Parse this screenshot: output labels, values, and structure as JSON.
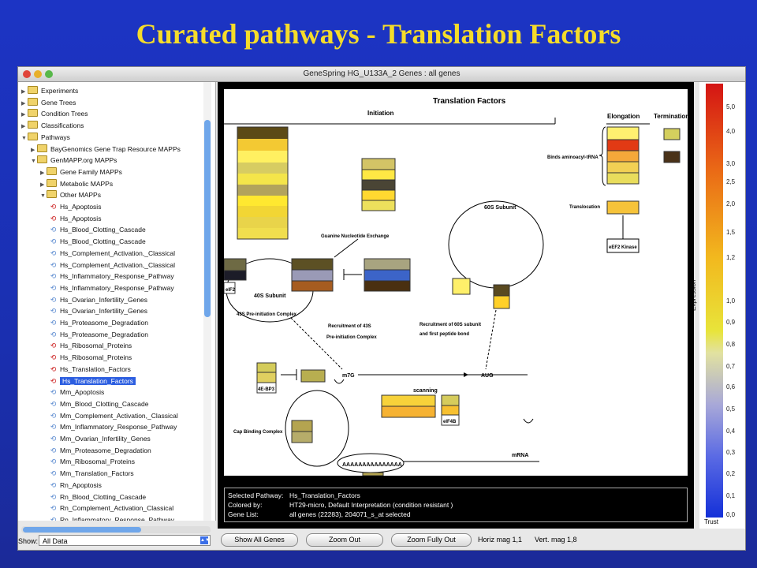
{
  "slide": {
    "title": "Curated pathways - Translation Factors"
  },
  "window": {
    "title": "GeneSpring HG_U133A_2 Genes : all genes"
  },
  "tree": [
    {
      "label": "Experiments",
      "level": 0,
      "type": "folder",
      "open": false
    },
    {
      "label": "Gene Trees",
      "level": 0,
      "type": "folder",
      "open": false
    },
    {
      "label": "Condition Trees",
      "level": 0,
      "type": "folder",
      "open": false
    },
    {
      "label": "Classifications",
      "level": 0,
      "type": "folder",
      "open": false
    },
    {
      "label": "Pathways",
      "level": 0,
      "type": "folder",
      "open": true
    },
    {
      "label": "BayGenomics Gene Trap Resource MAPPs",
      "level": 1,
      "type": "folder",
      "open": false
    },
    {
      "label": "GenMAPP.org MAPPs",
      "level": 1,
      "type": "folder",
      "open": true
    },
    {
      "label": "Gene Family MAPPs",
      "level": 2,
      "type": "folder",
      "open": false
    },
    {
      "label": "Metabolic MAPPs",
      "level": 2,
      "type": "folder",
      "open": false
    },
    {
      "label": "Other MAPPs",
      "level": 2,
      "type": "folder",
      "open": true
    },
    {
      "label": "Hs_Apoptosis",
      "level": 3,
      "type": "pathway",
      "red": true
    },
    {
      "label": "Hs_Apoptosis",
      "level": 3,
      "type": "pathway",
      "red": true
    },
    {
      "label": "Hs_Blood_Clotting_Cascade",
      "level": 3,
      "type": "pathway",
      "red": false
    },
    {
      "label": "Hs_Blood_Clotting_Cascade",
      "level": 3,
      "type": "pathway",
      "red": false
    },
    {
      "label": "Hs_Complement_Activation,_Classical",
      "level": 3,
      "type": "pathway",
      "red": false
    },
    {
      "label": "Hs_Complement_Activation,_Classical",
      "level": 3,
      "type": "pathway",
      "red": false
    },
    {
      "label": "Hs_Inflammatory_Response_Pathway",
      "level": 3,
      "type": "pathway",
      "red": false
    },
    {
      "label": "Hs_Inflammatory_Response_Pathway",
      "level": 3,
      "type": "pathway",
      "red": false
    },
    {
      "label": "Hs_Ovarian_Infertility_Genes",
      "level": 3,
      "type": "pathway",
      "red": false
    },
    {
      "label": "Hs_Ovarian_Infertility_Genes",
      "level": 3,
      "type": "pathway",
      "red": false
    },
    {
      "label": "Hs_Proteasome_Degradation",
      "level": 3,
      "type": "pathway",
      "red": false
    },
    {
      "label": "Hs_Proteasome_Degradation",
      "level": 3,
      "type": "pathway",
      "red": false
    },
    {
      "label": "Hs_Ribosomal_Proteins",
      "level": 3,
      "type": "pathway",
      "red": true
    },
    {
      "label": "Hs_Ribosomal_Proteins",
      "level": 3,
      "type": "pathway",
      "red": true
    },
    {
      "label": "Hs_Translation_Factors",
      "level": 3,
      "type": "pathway",
      "red": true
    },
    {
      "label": "Hs_Translation_Factors",
      "level": 3,
      "type": "pathway",
      "red": true,
      "selected": true
    },
    {
      "label": "Mm_Apoptosis",
      "level": 3,
      "type": "pathway",
      "red": false
    },
    {
      "label": "Mm_Blood_Clotting_Cascade",
      "level": 3,
      "type": "pathway",
      "red": false
    },
    {
      "label": "Mm_Complement_Activation,_Classical",
      "level": 3,
      "type": "pathway",
      "red": false
    },
    {
      "label": "Mm_Inflammatory_Response_Pathway",
      "level": 3,
      "type": "pathway",
      "red": false
    },
    {
      "label": "Mm_Ovarian_Infertility_Genes",
      "level": 3,
      "type": "pathway",
      "red": false
    },
    {
      "label": "Mm_Proteasome_Degradation",
      "level": 3,
      "type": "pathway",
      "red": false
    },
    {
      "label": "Mm_Ribosomal_Proteins",
      "level": 3,
      "type": "pathway",
      "red": false
    },
    {
      "label": "Mm_Translation_Factors",
      "level": 3,
      "type": "pathway",
      "red": false
    },
    {
      "label": "Rn_Apoptosis",
      "level": 3,
      "type": "pathway",
      "red": false
    },
    {
      "label": "Rn_Blood_Clotting_Cascade",
      "level": 3,
      "type": "pathway",
      "red": false
    },
    {
      "label": "Rn_Complement_Activation_Classical",
      "level": 3,
      "type": "pathway",
      "red": false
    },
    {
      "label": "Rn_Inflammatory_Response_Pathway",
      "level": 3,
      "type": "pathway",
      "red": false
    }
  ],
  "show": {
    "label": "Show:",
    "value": "All Data"
  },
  "diagram": {
    "title": "Translation Factors",
    "sections": {
      "initiation": "Initiation",
      "elongation": "Elongation",
      "termination": "Termination"
    },
    "labels": {
      "binds": "Binds aminoacyl-tRNA",
      "translocation": "Translocation",
      "eef2k": "eEF2 Kinase",
      "gne": "Guanine Nucleotide Exchange",
      "s60": "60S Subunit",
      "s40": "40S Subunit",
      "eif2": "eIF2",
      "preinit": "43S Pre-initiation Complex",
      "recruit43a": "Recruitment of 43S",
      "recruit43b": "Pre-initiation Complex",
      "recruit60a": "Recruitment of 60S subunit",
      "recruit60b": "and first peptide bond",
      "m7g": "m7G",
      "aug": "AUG",
      "scanning": "scanning",
      "e4ebp": "4E-BP3",
      "eif4b": "eIF4B",
      "capbinding": "Cap Binding Complex",
      "polya": "AAAAAAAAAAAAAAA",
      "mrna": "mRNA"
    }
  },
  "info": {
    "rows": [
      {
        "k": "Selected Pathway:",
        "v": "Hs_Translation_Factors"
      },
      {
        "k": "Colored by:",
        "v": "HT29-micro, Default Interpretation (condition resistant )"
      },
      {
        "k": "Gene List:",
        "v": "all genes (22283), 204071_s_at selected"
      }
    ]
  },
  "legend": {
    "title": "Expression",
    "trust": "Trust",
    "ticks": [
      "5,0",
      "4,0",
      "3,0",
      "2,5",
      "2,0",
      "1,5",
      "1,2",
      "1,0",
      "0,9",
      "0,8",
      "0,7",
      "0,6",
      "0,5",
      "0,4",
      "0,3",
      "0,2",
      "0,1",
      "0,0"
    ]
  },
  "buttons": {
    "show_all": "Show All Genes",
    "zoom_out": "Zoom Out",
    "zoom_fully": "Zoom Fully Out",
    "horiz": "Horiz mag 1,1",
    "vert": "Vert. mag 1,8"
  },
  "colors": {
    "accent": "#f5dc2a",
    "selection": "#2c5ee0",
    "background": "#1c34c4"
  }
}
